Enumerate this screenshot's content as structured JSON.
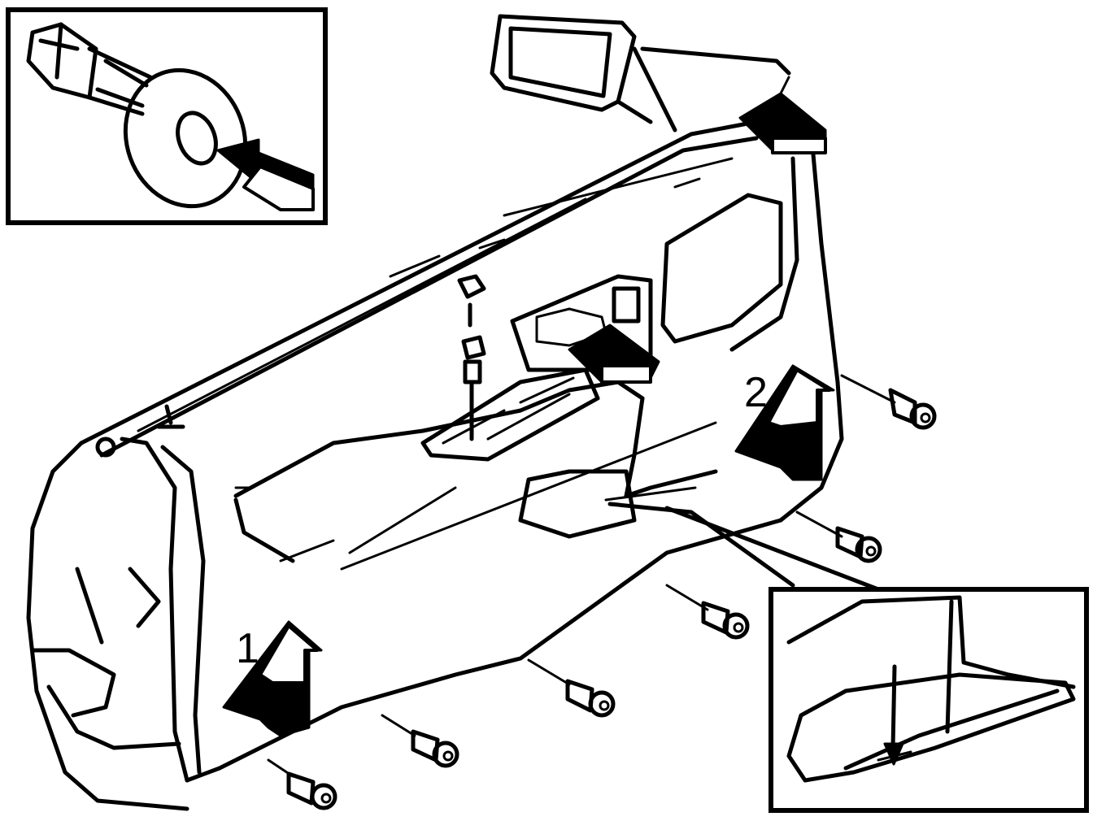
{
  "steps": [
    {
      "label": "1"
    },
    {
      "label": "2"
    }
  ],
  "colors": {
    "line": "#000000",
    "background": "#ffffff"
  },
  "icons": [
    "clip-detail-inset",
    "clip-pull-arrow",
    "lift-arrow",
    "push-arrow",
    "fastener-clip"
  ]
}
